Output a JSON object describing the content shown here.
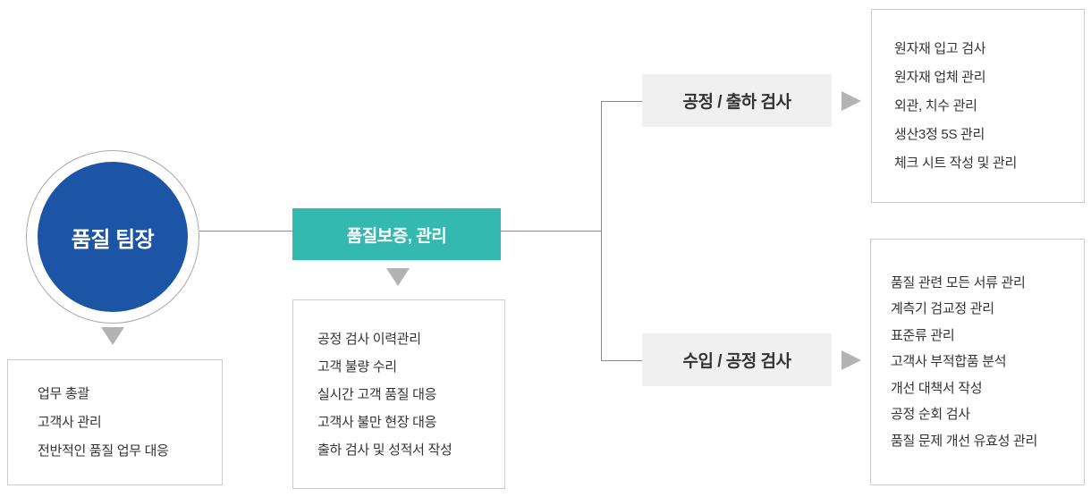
{
  "org_chart": {
    "leader": {
      "label": "품질 팀장",
      "duties": [
        "업무 총괄",
        "고객사 관리",
        "전반적인 품질 업무 대응"
      ]
    },
    "division": {
      "label": "품질보증, 관리",
      "duties": [
        "공정 검사 이력관리",
        "고객 불량 수리",
        "실시간 고객 품질 대응",
        "고객사 불만 현장 대응",
        "출하 검사 및 성적서 작성"
      ]
    },
    "branches": [
      {
        "label": "공정 / 출하 검사",
        "duties": [
          "원자재 입고 검사",
          "원자재 업체 관리",
          "외관, 치수 관리",
          "생산3정 5S 관리",
          "체크 시트 작성 및 관리"
        ]
      },
      {
        "label": "수입 / 공정 검사",
        "duties": [
          "품질 관련 모든 서류 관리",
          "계측기 검교정 관리",
          "표준류 관리",
          "고객사 부적합품 분석",
          "개선 대책서 작성",
          "공정 순회 검사",
          "품질 문제 개선 유효성 관리"
        ]
      }
    ],
    "colors": {
      "primary_blue": "#1c55a5",
      "teal": "#33b9ae",
      "gray_box": "#f0f0f0",
      "line": "#888888",
      "arrow": "#b3b3b3",
      "border": "#cccccc",
      "text": "#333333"
    }
  }
}
